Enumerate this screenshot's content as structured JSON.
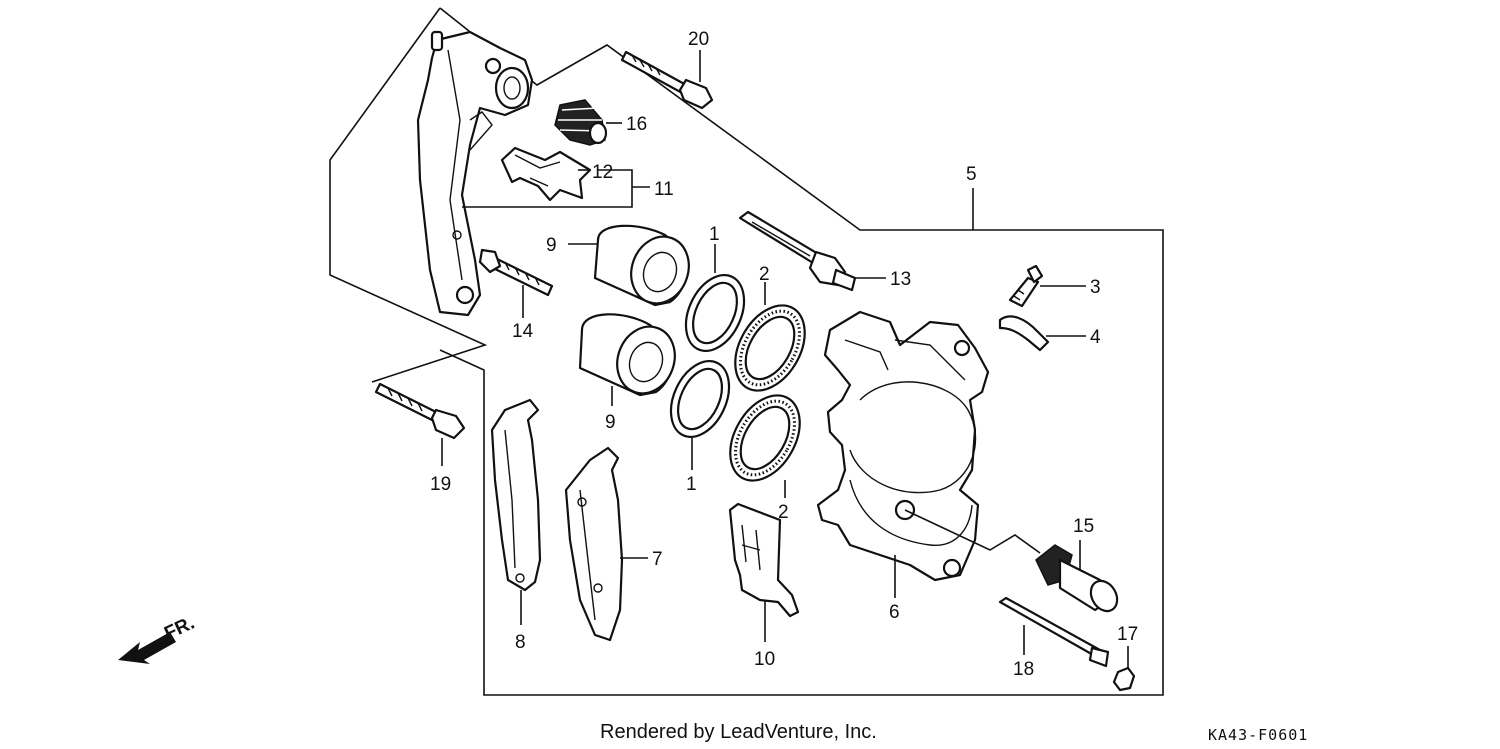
{
  "diagram": {
    "part_numbers": {
      "p1a": "1",
      "p1b": "1",
      "p2a": "2",
      "p2b": "2",
      "p3": "3",
      "p4": "4",
      "p5": "5",
      "p6": "6",
      "p7": "7",
      "p8": "8",
      "p9a": "9",
      "p9b": "9",
      "p10": "10",
      "p11": "11",
      "p12": "12",
      "p13": "13",
      "p14": "14",
      "p15": "15",
      "p16": "16",
      "p17": "17",
      "p18": "18",
      "p19": "19",
      "p20": "20"
    },
    "direction_label": "FR.",
    "footer_text": "Rendered by LeadVenture, Inc.",
    "diagram_code": "KA43-F0601"
  }
}
